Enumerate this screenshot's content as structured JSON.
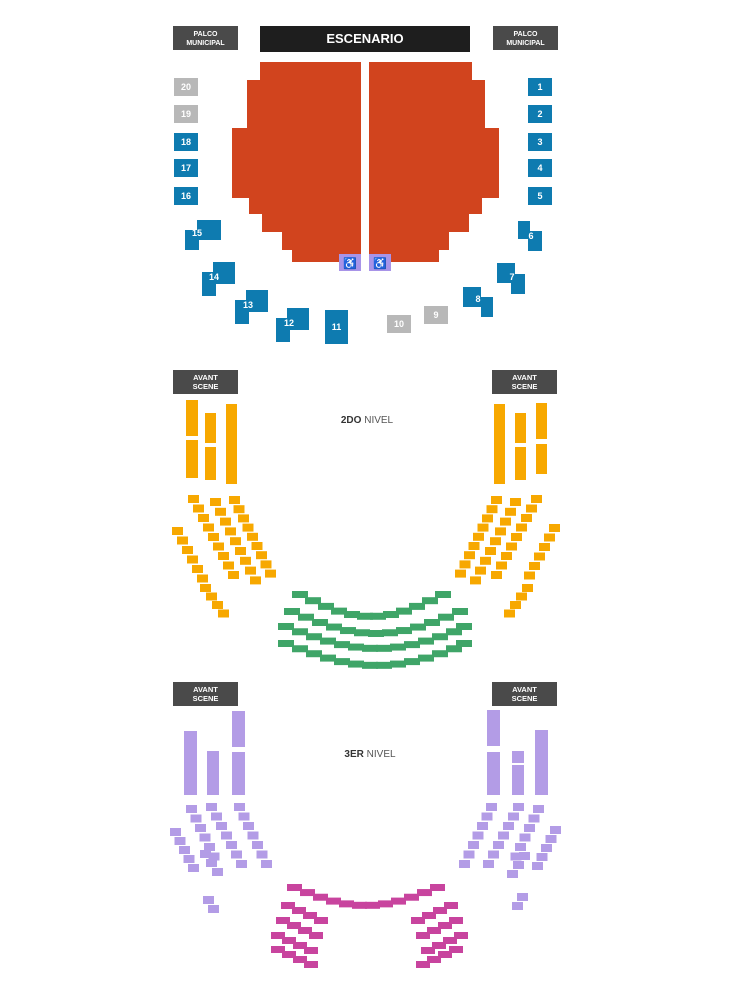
{
  "colors": {
    "platea": "#d1441e",
    "palco_available": "#0e7bb0",
    "palco_unavailable": "#b8b8b8",
    "wheelchair": "#a894e8",
    "avant_nivel2": "#f7a800",
    "central_nivel2": "#3fa568",
    "avant_nivel3": "#b39ce6",
    "central_nivel3": "#c8449e",
    "label_bg": "#4a4a4a",
    "stage_bg": "#1e1e1e"
  },
  "stage": {
    "label": "ESCENARIO"
  },
  "palco_municipal": {
    "line1": "PALCO",
    "line2": "MUNICIPAL"
  },
  "avant_scene": {
    "line1": "AVANT",
    "line2": "SCENE"
  },
  "levels": {
    "nivel2": {
      "bold": "2DO",
      "rest": " NIVEL"
    },
    "nivel3": {
      "bold": "3ER",
      "rest": " NIVEL"
    }
  },
  "wheelchair_icon": "wheelchair-icon",
  "palcos": [
    {
      "num": "1",
      "status": "available"
    },
    {
      "num": "2",
      "status": "available"
    },
    {
      "num": "3",
      "status": "available"
    },
    {
      "num": "4",
      "status": "available"
    },
    {
      "num": "5",
      "status": "available"
    },
    {
      "num": "6",
      "status": "available"
    },
    {
      "num": "7",
      "status": "available"
    },
    {
      "num": "8",
      "status": "available"
    },
    {
      "num": "9",
      "status": "unavailable"
    },
    {
      "num": "10",
      "status": "unavailable"
    },
    {
      "num": "11",
      "status": "available"
    },
    {
      "num": "12",
      "status": "available"
    },
    {
      "num": "13",
      "status": "available"
    },
    {
      "num": "14",
      "status": "available"
    },
    {
      "num": "15",
      "status": "available"
    },
    {
      "num": "16",
      "status": "available"
    },
    {
      "num": "17",
      "status": "available"
    },
    {
      "num": "18",
      "status": "available"
    },
    {
      "num": "19",
      "status": "unavailable"
    },
    {
      "num": "20",
      "status": "unavailable"
    }
  ]
}
